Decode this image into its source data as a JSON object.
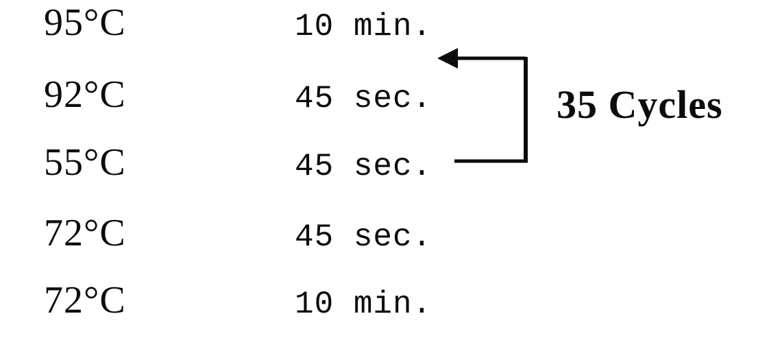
{
  "figure": {
    "type": "pcr-thermal-cycling-protocol"
  },
  "protocol": {
    "steps": [
      {
        "temperature": "95°C",
        "duration": "10 min."
      },
      {
        "temperature": "92°C",
        "duration": "45 sec."
      },
      {
        "temperature": "55°C",
        "duration": "45 sec."
      },
      {
        "temperature": "72°C",
        "duration": "45 sec."
      },
      {
        "temperature": "72°C",
        "duration": "10 min."
      }
    ],
    "cycle_annotation": {
      "label": "35 Cycles",
      "loops_from_step_index": 2,
      "loops_to_step_index": 1
    }
  },
  "colors": {
    "ink": "#0c0c0c",
    "background": "#ffffff"
  }
}
